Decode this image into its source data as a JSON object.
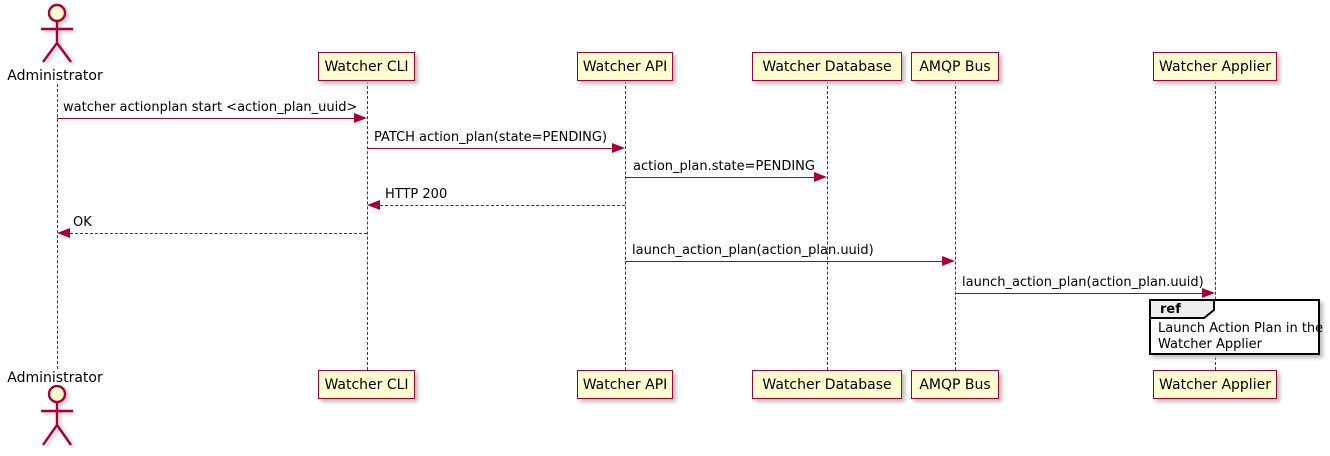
{
  "diagram": {
    "kind": "uml-sequence-diagram",
    "actor": {
      "name": "Administrator"
    },
    "participants": [
      {
        "name": "Watcher CLI"
      },
      {
        "name": "Watcher API"
      },
      {
        "name": "Watcher Database"
      },
      {
        "name": "AMQP Bus"
      },
      {
        "name": "Watcher Applier"
      }
    ],
    "messages": [
      {
        "from": "Administrator",
        "to": "Watcher CLI",
        "style": "solid",
        "text": "watcher actionplan start <action_plan_uuid>"
      },
      {
        "from": "Watcher CLI",
        "to": "Watcher API",
        "style": "solid",
        "text": "PATCH action_plan(state=PENDING)"
      },
      {
        "from": "Watcher API",
        "to": "Watcher Database",
        "style": "solid",
        "text": "action_plan.state=PENDING"
      },
      {
        "from": "Watcher API",
        "to": "Watcher CLI",
        "style": "dashed",
        "text": "HTTP 200"
      },
      {
        "from": "Watcher CLI",
        "to": "Administrator",
        "style": "dashed",
        "text": "OK"
      },
      {
        "from": "Watcher API",
        "to": "AMQP Bus",
        "style": "solid",
        "text": "launch_action_plan(action_plan.uuid)"
      },
      {
        "from": "AMQP Bus",
        "to": "Watcher Applier",
        "style": "solid",
        "text": "launch_action_plan(action_plan.uuid)"
      }
    ],
    "ref_fragment": {
      "keyword": "ref",
      "over": "Watcher Applier",
      "lines": [
        "Launch Action Plan in the",
        "Watcher Applier"
      ]
    },
    "colors": {
      "participant_fill": "#FEFECE",
      "participant_border": "#A80036",
      "arrow": "#A80036",
      "lifeline": "#A80036",
      "text": "#000000",
      "ref_border": "#000000",
      "ref_header_fill": "#EEEEEE",
      "background": "#FFFFFF"
    }
  }
}
